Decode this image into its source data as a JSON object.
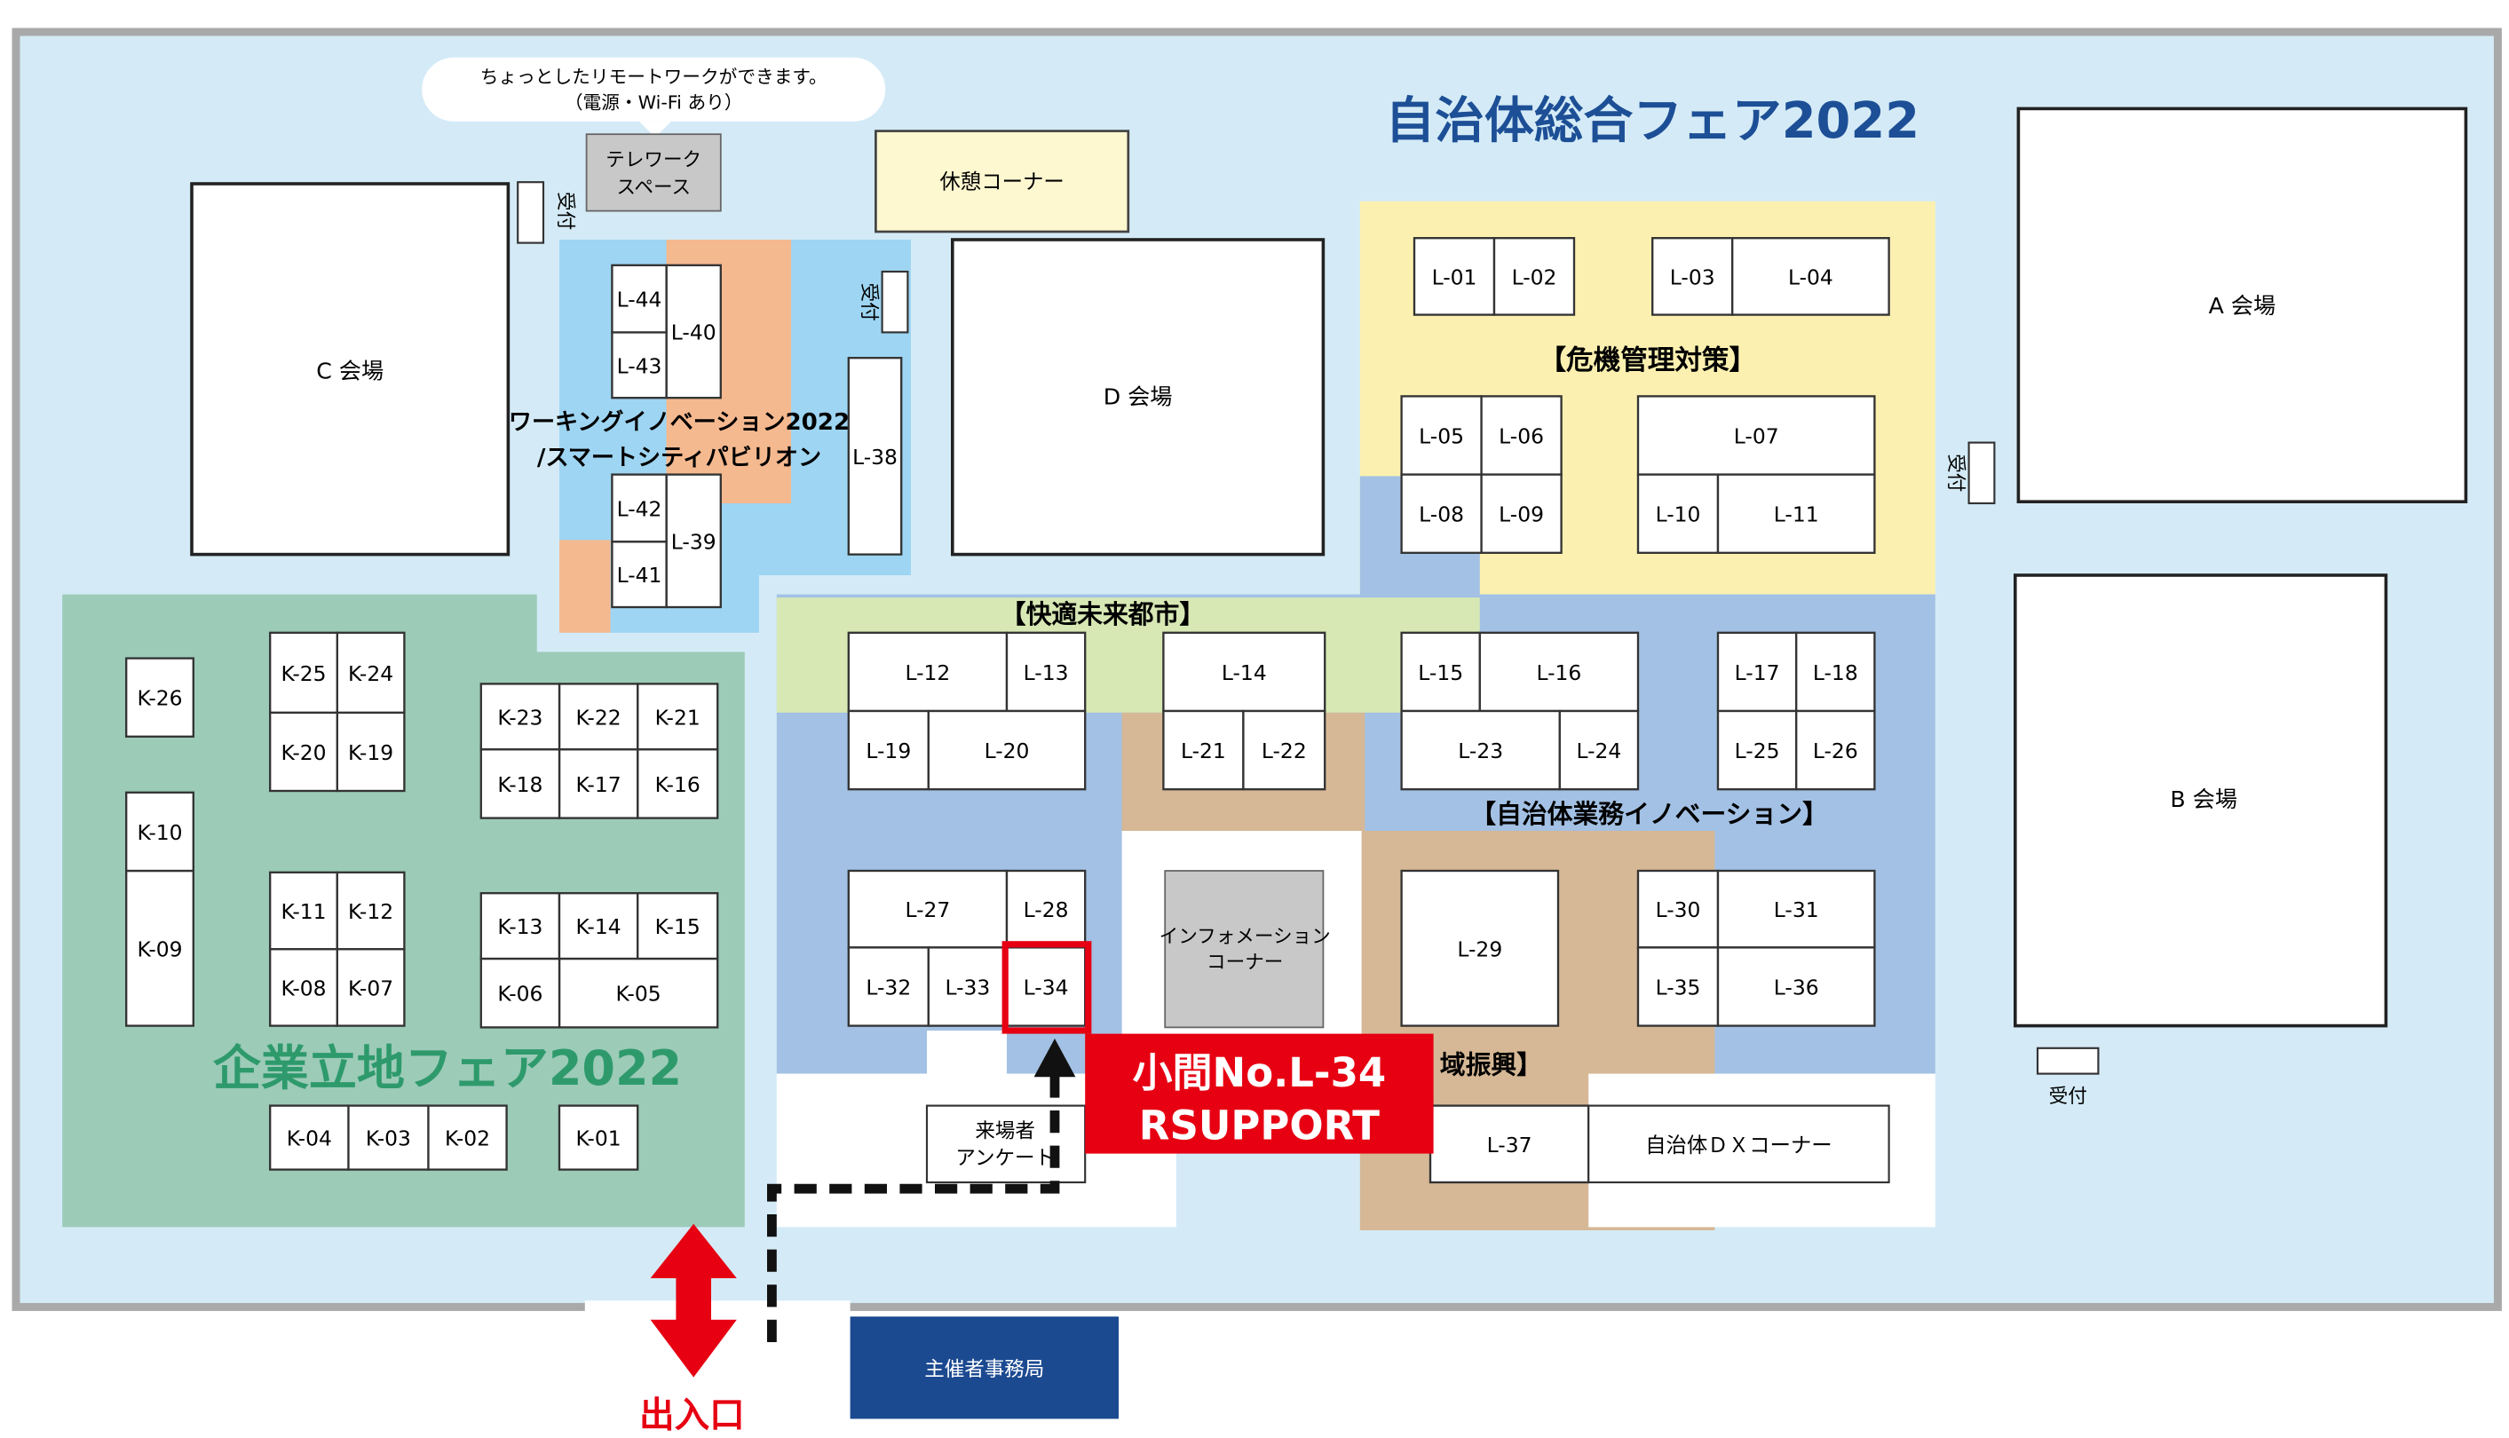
{
  "titles": {
    "main": "自治体総合フェア2022",
    "left": "企業立地フェア2022",
    "pavilion_line1": "ワーキングイノベーション2022",
    "pavilion_line2": "/スマートシティパビリオン"
  },
  "zones": {
    "crisis": "【危機管理対策】",
    "comfort": "【快適未来都市】",
    "gov_innovation": "【自治体業務イノベーション】",
    "regional": "域振興】"
  },
  "halls": {
    "a": "A 会場",
    "b": "B 会場",
    "c": "C 会場",
    "d": "D 会場"
  },
  "facilities": {
    "callout_line1": "ちょっとしたリモートワークができます。",
    "callout_line2": "（電源・Wi-Fi あり）",
    "telework_line1": "テレワーク",
    "telework_line2": "スペース",
    "rest": "休憩コーナー",
    "info_line1": "インフォメーション",
    "info_line2": "コーナー",
    "survey_line1": "来場者",
    "survey_line2": "アンケート",
    "dx_corner": "自治体ＤＸコーナー",
    "reception": "受付",
    "organizer_office": "主催者事務局",
    "entrance": "出入口"
  },
  "highlight": {
    "line1": "小間No.L-34",
    "line2": "RSUPPORT"
  },
  "booth_ids": [
    "L-01",
    "L-02",
    "L-03",
    "L-04",
    "L-05",
    "L-06",
    "L-07",
    "L-08",
    "L-09",
    "L-10",
    "L-11",
    "L-12",
    "L-13",
    "L-14",
    "L-15",
    "L-16",
    "L-17",
    "L-18",
    "L-19",
    "L-20",
    "L-21",
    "L-22",
    "L-23",
    "L-24",
    "L-25",
    "L-26",
    "L-27",
    "L-28",
    "L-29",
    "L-30",
    "L-31",
    "L-32",
    "L-33",
    "L-34",
    "L-35",
    "L-36",
    "L-37",
    "L-38",
    "L-39",
    "L-40",
    "L-41",
    "L-42",
    "L-43",
    "L-44",
    "K-01",
    "K-02",
    "K-03",
    "K-04",
    "K-05",
    "K-06",
    "K-07",
    "K-08",
    "K-09",
    "K-10",
    "K-11",
    "K-12",
    "K-13",
    "K-14",
    "K-15",
    "K-16",
    "K-17",
    "K-18",
    "K-19",
    "K-20",
    "K-21",
    "K-22",
    "K-23",
    "K-24",
    "K-25",
    "K-26"
  ],
  "colors": {
    "hall_bg": "#d4ebf7",
    "company_fair": "#9ccbb8",
    "company_title": "#2e9a6c",
    "main_title": "#1d4f96",
    "pavilion_blue": "#9ed5f2",
    "pavilion_orange": "#f5b990",
    "crisis_yellow": "#fcf0b0",
    "comfort_green": "#d7e8b4",
    "gov_blue": "#a3c1e4",
    "regional_tan": "#d6b896",
    "info_gray": "#c8c8c8",
    "highlight_red": "#e60012",
    "office_navy": "#1c4a91"
  }
}
